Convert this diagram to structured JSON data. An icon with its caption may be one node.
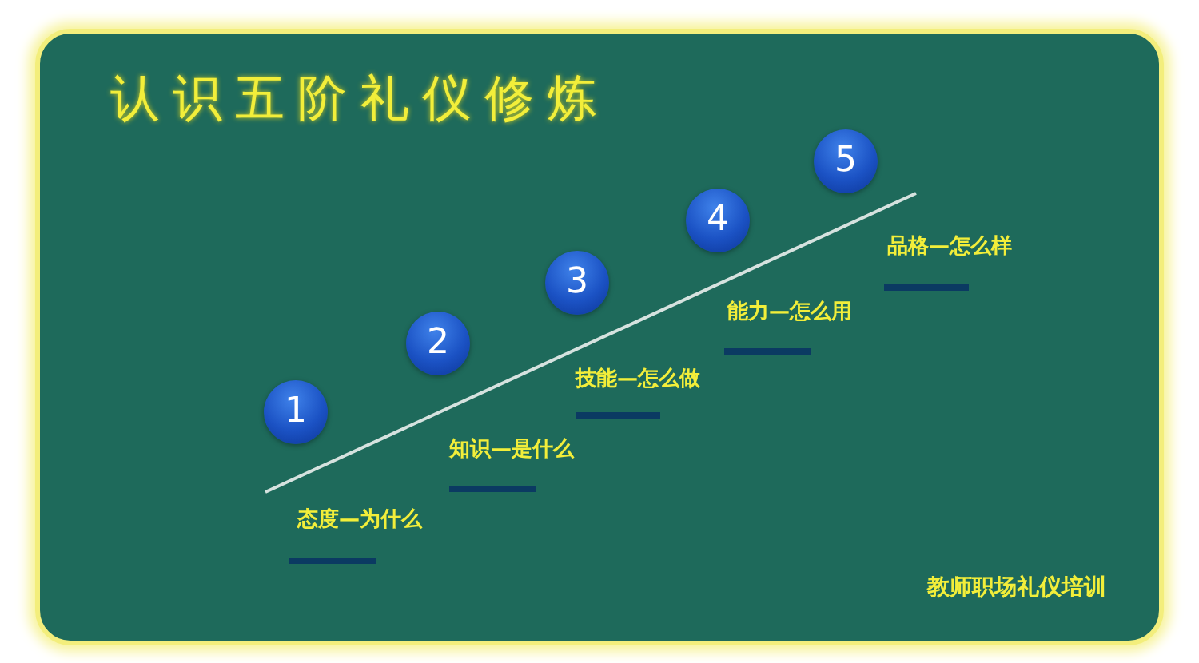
{
  "diagram": {
    "title": "认识五阶礼仪修炼",
    "caption": "教师职场礼仪培训",
    "nodes": [
      {
        "text": [
          "1"
        ],
        "beside": [
          "态度—为什么"
        ]
      },
      {
        "text": [
          "2"
        ],
        "beside": [
          "知识—是什么"
        ]
      },
      {
        "text": [
          "3"
        ],
        "beside": [
          "技能—怎么做"
        ]
      },
      {
        "text": [
          "4"
        ],
        "beside": [
          "能力—怎么用"
        ]
      },
      {
        "text": [
          "5"
        ],
        "beside": [
          "品格—怎么样"
        ]
      }
    ]
  }
}
